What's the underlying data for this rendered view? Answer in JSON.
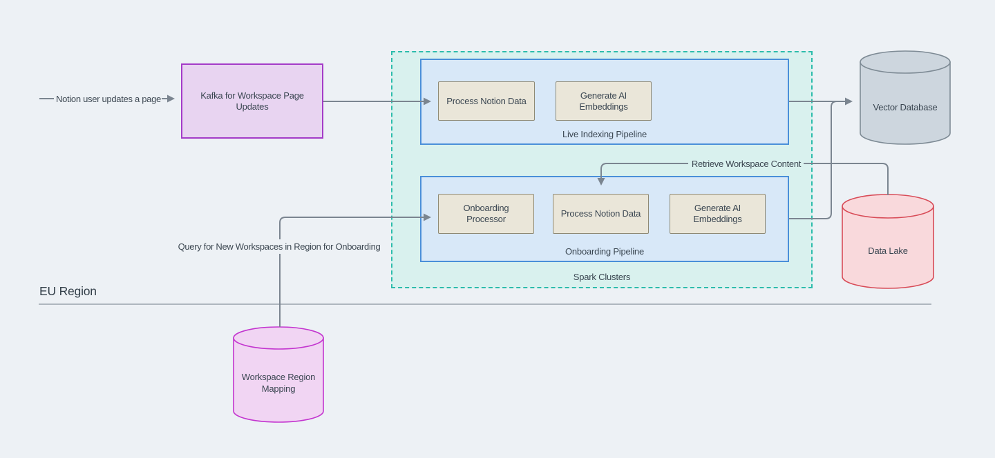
{
  "region": {
    "label": "EU Region"
  },
  "kafka": {
    "label": "Kafka for Workspace Page Updates"
  },
  "spark": {
    "label": "Spark Clusters",
    "live_pipeline": {
      "label": "Live Indexing Pipeline",
      "steps": [
        "Process Notion Data",
        "Generate AI Embeddings"
      ]
    },
    "onboarding_pipeline": {
      "label": "Onboarding Pipeline",
      "steps": [
        "Onboarding Processor",
        "Process Notion Data",
        "Generate AI Embeddings"
      ]
    }
  },
  "stores": {
    "vector_database": {
      "label": "Vector Database"
    },
    "data_lake": {
      "label": "Data Lake"
    },
    "workspace_region_mapping": {
      "label": "Workspace Region Mapping"
    }
  },
  "edges": {
    "notion_user_updates": {
      "label": "Notion user updates a page"
    },
    "retrieve_workspace_content": {
      "label": "Retrieve Workspace Content"
    },
    "query_new_workspaces": {
      "label": "Query for New Workspaces in Region for Onboarding"
    }
  },
  "colors": {
    "background": "#edf1f5",
    "kafka_fill": "#e8d4f1",
    "kafka_border": "#a43bc8",
    "spark_fill": "#d9f1ee",
    "spark_border": "#2cbcab",
    "pipeline_fill": "#d8e8f8",
    "pipeline_border": "#4a8fd9",
    "step_fill": "#eae6d9",
    "step_border": "#8e8974",
    "vector_database_fill": "#cdd6de",
    "vector_database_border": "#7e8b95",
    "data_lake_fill": "#f9d9dc",
    "data_lake_border": "#d84b57",
    "workspace_region_mapping_fill": "#f1d5f3",
    "workspace_region_mapping_border": "#c335cf",
    "connector": "#7b8590",
    "divider": "#9aa2ab",
    "text": "#3a4651"
  }
}
